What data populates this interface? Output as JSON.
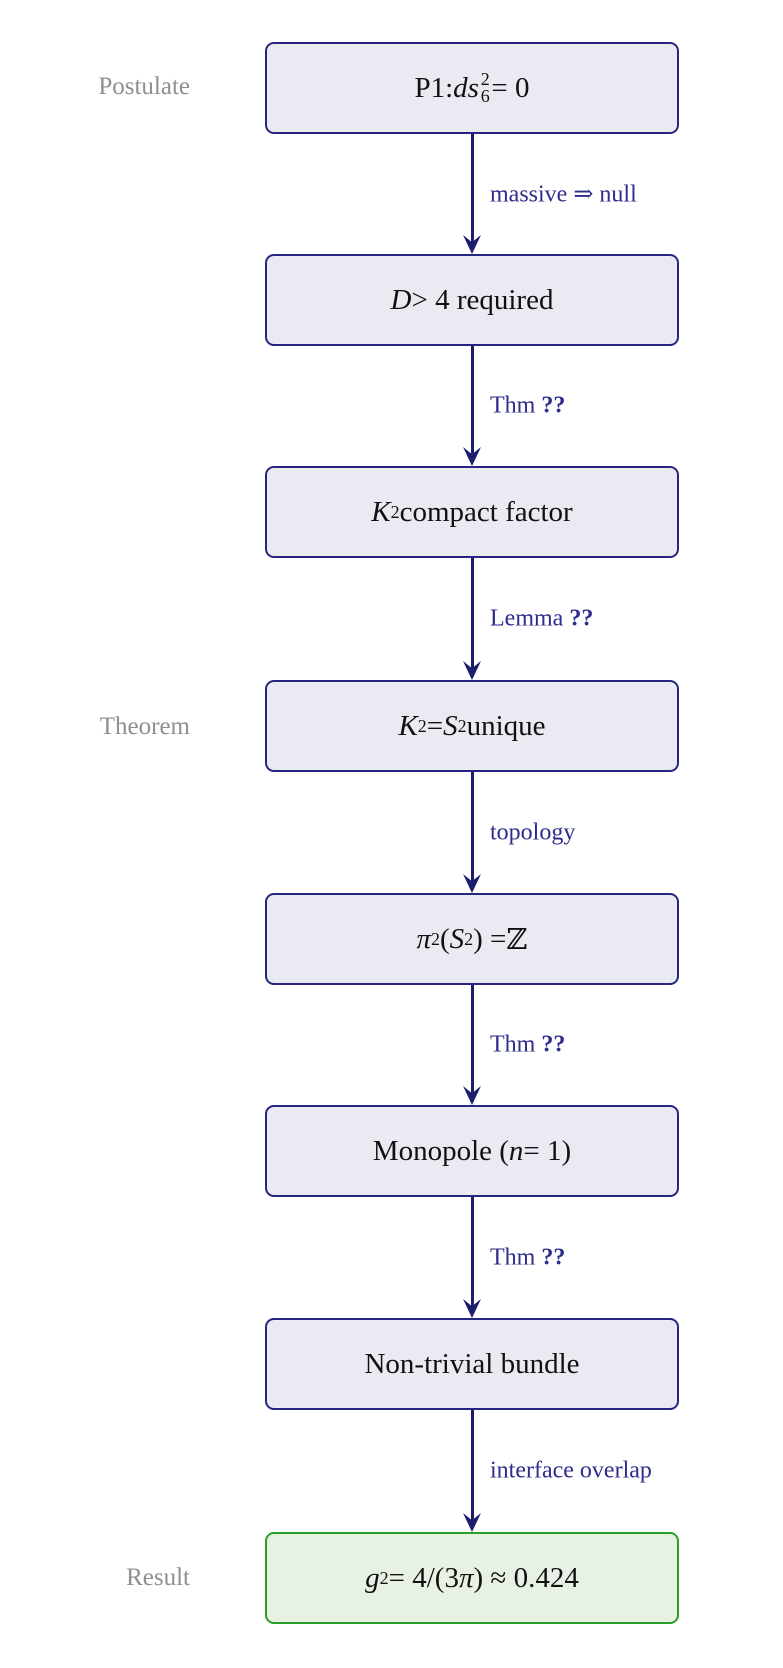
{
  "diagram": {
    "title": "derivation flowchart",
    "nodes": [
      {
        "id": "p1",
        "kind": "step",
        "text": "P1: ds₆² = 0",
        "html": "P1: <i>ds</i><span class=\"vstack\"><sup>2</sup><sub>6</sub></span> = 0"
      },
      {
        "id": "d4",
        "kind": "step",
        "text": "D > 4 required",
        "html": "<i>D</i> &gt; 4 required"
      },
      {
        "id": "k2compact",
        "kind": "step",
        "text": "K² compact factor",
        "html": "<i>K</i><sup>2</sup> compact factor"
      },
      {
        "id": "k2s2",
        "kind": "step",
        "text": "K² = S² unique",
        "html": "<i>K</i><sup>2</sup> = <i>S</i><sup>2</sup> unique"
      },
      {
        "id": "pi2",
        "kind": "step",
        "text": "π₂(S²) = ℤ",
        "html": "<i>π</i><sub>2</sub>(<i>S</i><sup>2</sup>) = <span class=\"bb\">ℤ</span>"
      },
      {
        "id": "monopole",
        "kind": "step",
        "text": "Monopole (n = 1)",
        "html": "Monopole (<i>n</i> = 1)"
      },
      {
        "id": "bundle",
        "kind": "step",
        "text": "Non-trivial bundle",
        "html": "Non-trivial bundle"
      },
      {
        "id": "result",
        "kind": "result",
        "text": "g² = 4/(3π) ≈ 0.424",
        "html": "<i>g</i><sup>2</sup> = 4/(3<i>π</i>) ≈ 0.424"
      }
    ],
    "edges": [
      {
        "from": "p1",
        "to": "d4",
        "text": "massive ⇒ null",
        "html": "massive ⇒ null"
      },
      {
        "from": "d4",
        "to": "k2compact",
        "text": "Thm ??",
        "html": "Thm <b>??</b>"
      },
      {
        "from": "k2compact",
        "to": "k2s2",
        "text": "Lemma ??",
        "html": "Lemma <b>??</b>"
      },
      {
        "from": "k2s2",
        "to": "pi2",
        "text": "topology",
        "html": "topology"
      },
      {
        "from": "pi2",
        "to": "monopole",
        "text": "Thm ??",
        "html": "Thm <b>??</b>"
      },
      {
        "from": "monopole",
        "to": "bundle",
        "text": "Thm ??",
        "html": "Thm <b>??</b>"
      },
      {
        "from": "bundle",
        "to": "result",
        "text": "interface overlap",
        "html": "interface overlap"
      }
    ],
    "side_labels": [
      {
        "text": "Postulate",
        "aligned_node": "p1"
      },
      {
        "text": "Theorem",
        "aligned_node": "k2s2"
      },
      {
        "text": "Result",
        "aligned_node": "result"
      }
    ]
  },
  "colors": {
    "box_fill": "#eaeaf2",
    "box_border": "#26267f",
    "arrow": "#1d1d6e",
    "edge_label": "#2d2d8c",
    "side_label": "#8f8f8f",
    "node_text": "#111111",
    "result_fill": "#e7f2e5",
    "result_border": "#2a9e2a"
  }
}
